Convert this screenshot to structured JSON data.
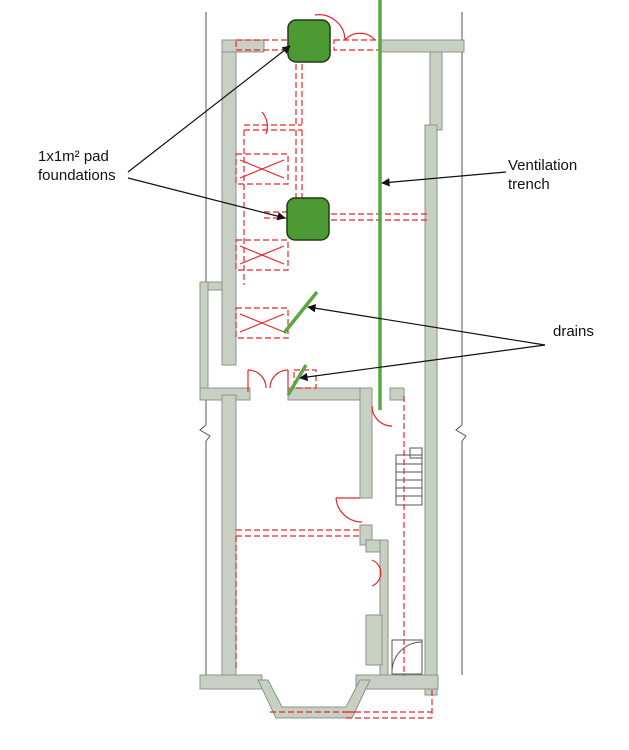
{
  "annotations": {
    "pad_foundations": "1x1m² pad\nfoundations",
    "ventilation_trench": "Ventilation\ntrench",
    "drains": "drains"
  },
  "colors": {
    "wall_fill": "#c8cfc3",
    "wall_stroke": "#8c9488",
    "proposed_red": "#e8262a",
    "green": "#5aa845",
    "pad_fill": "#4d9a35"
  },
  "icons": {
    "arrowhead": "arrowhead-icon"
  }
}
